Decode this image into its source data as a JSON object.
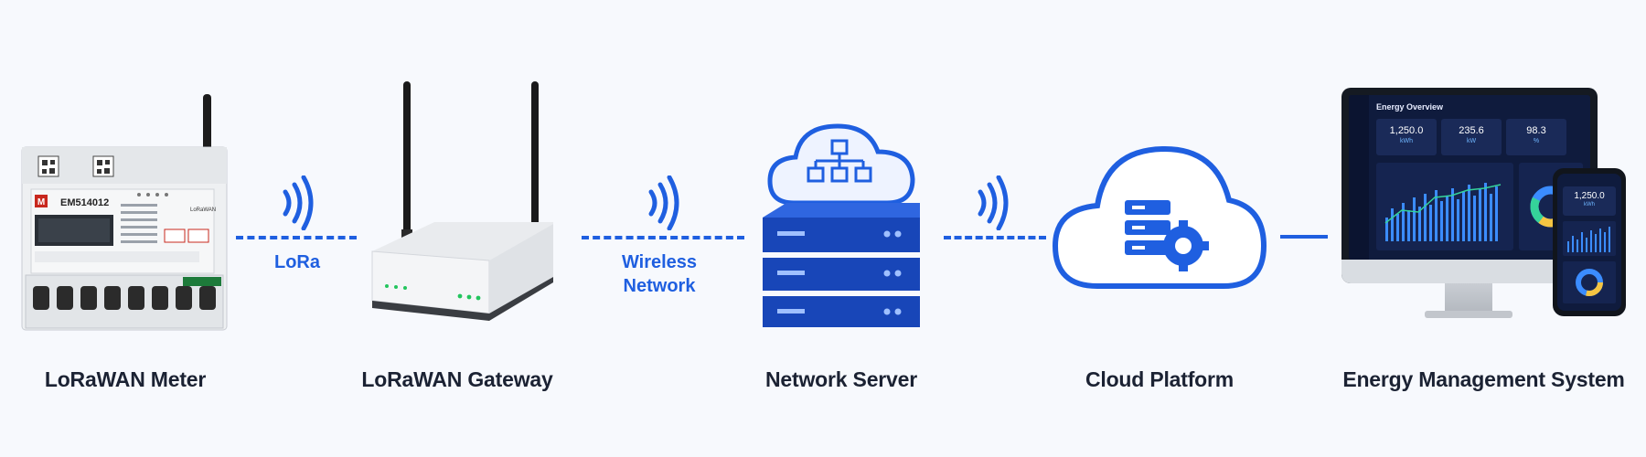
{
  "nodes": {
    "meter": {
      "label": "LoRaWAN Meter",
      "model": "EM514012",
      "brand_mark": "M",
      "badge_text": "LoRaWAN"
    },
    "gateway": {
      "label": "LoRaWAN Gateway"
    },
    "server": {
      "label": "Network Server"
    },
    "cloud": {
      "label": "Cloud Platform"
    },
    "ems": {
      "label": "Energy Management System",
      "dashboard_title": "Energy Overview",
      "kpis": [
        {
          "value": "1,250.0",
          "unit": "kWh"
        },
        {
          "value": "235.6",
          "unit": "kW"
        },
        {
          "value": "98.3",
          "unit": "%"
        }
      ],
      "phone_kpi": {
        "value": "1,250.0",
        "unit": "kWh"
      }
    }
  },
  "links": {
    "meter_gateway": {
      "label": "LoRa"
    },
    "gateway_server": {
      "label_line1": "Wireless",
      "label_line2": "Network"
    }
  },
  "colors": {
    "accent": "#1f5fe0",
    "server_blue": "#1846b8",
    "dashboard_bg": "#0f1b3d",
    "text_dark": "#1b2233"
  },
  "icons": [
    "wifi-signal-icon",
    "network-topology-icon",
    "server-gear-icon"
  ]
}
